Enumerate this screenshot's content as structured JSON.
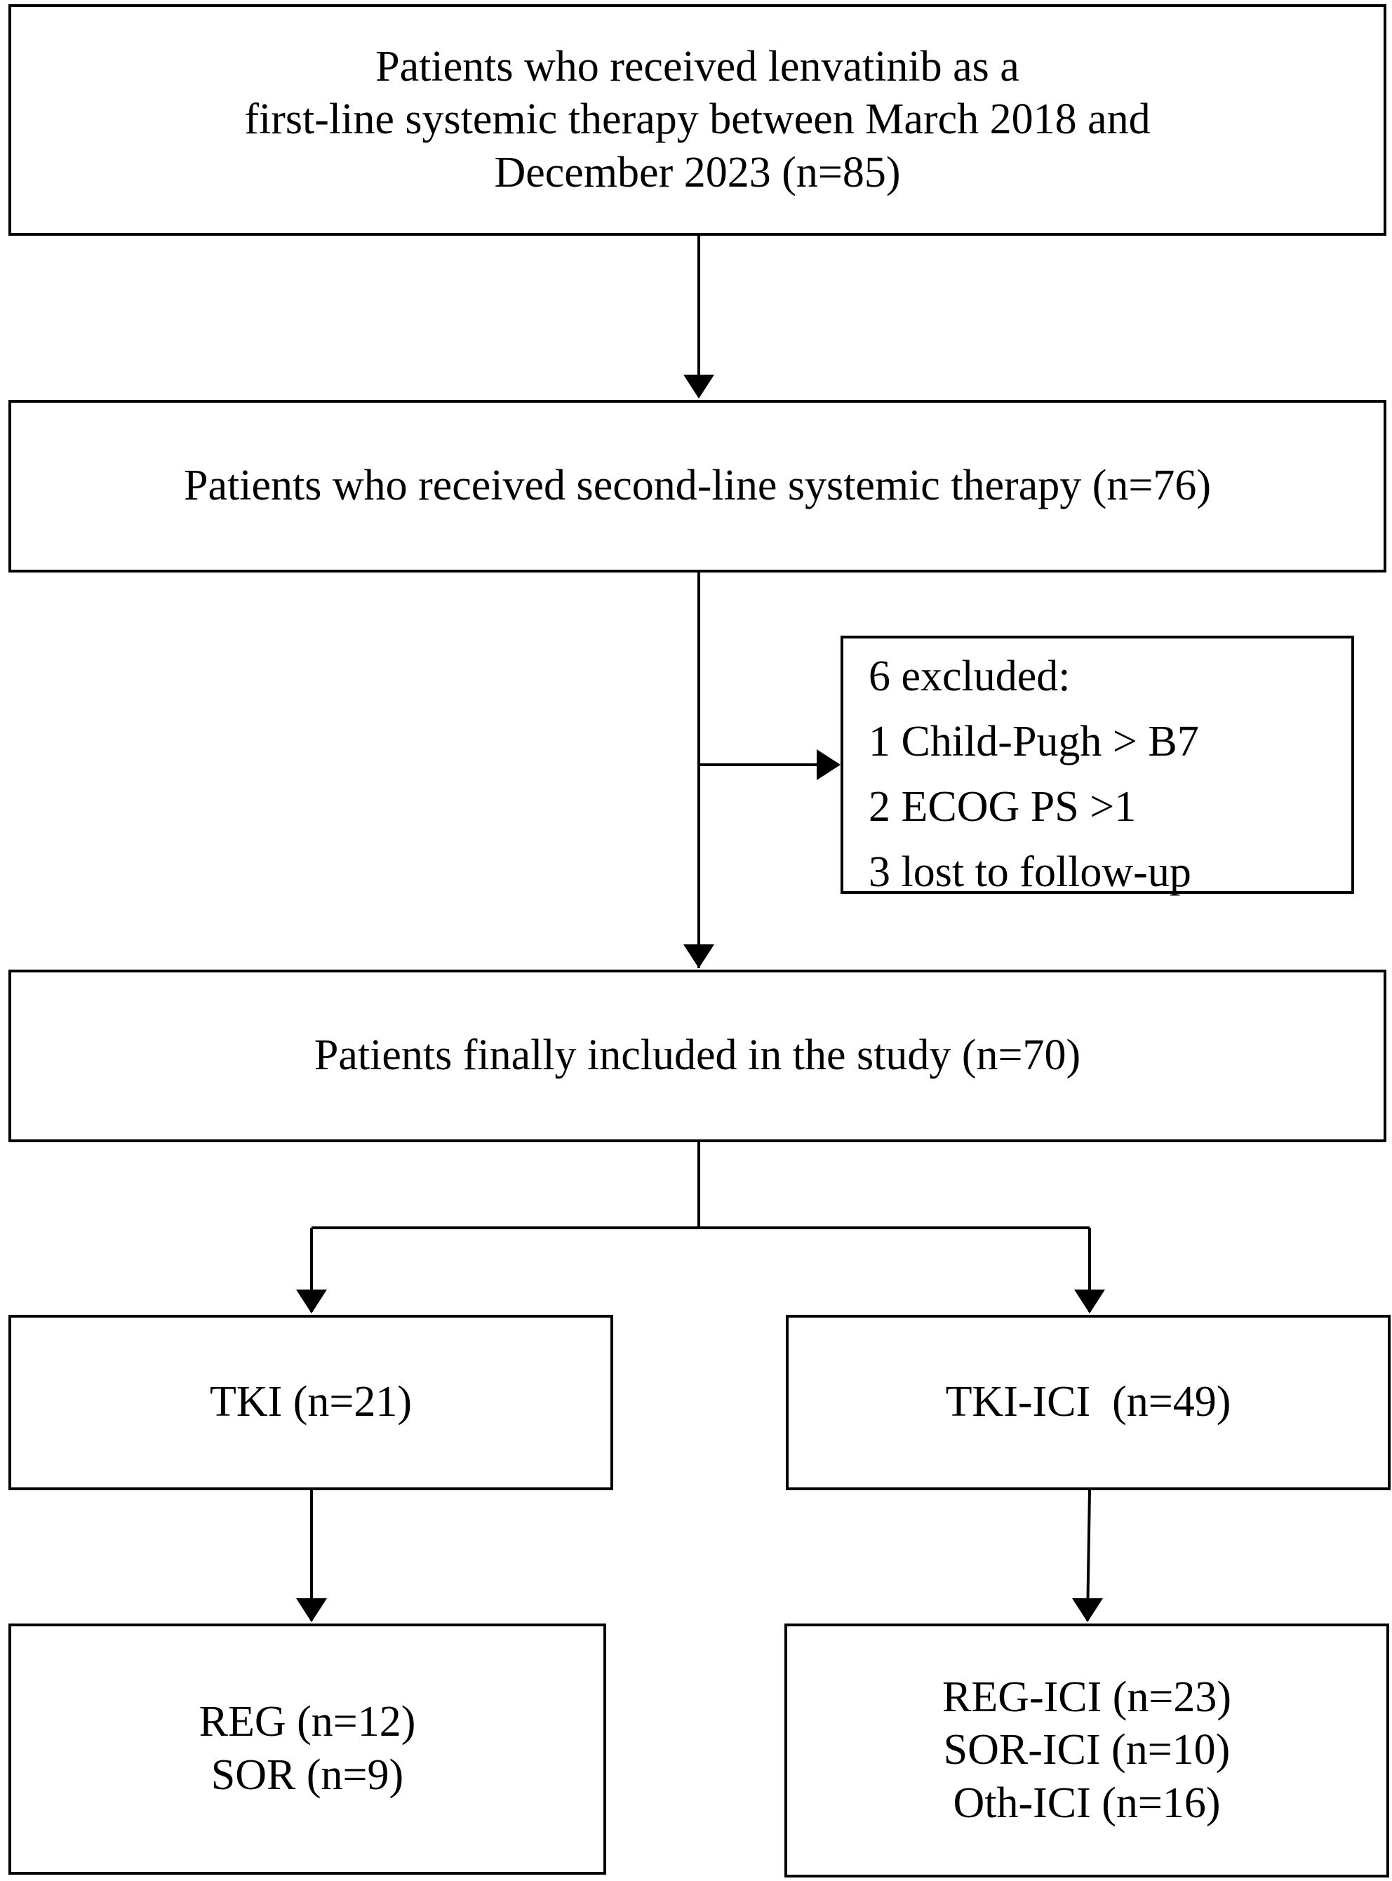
{
  "boxes": {
    "enrolled": {
      "lines": [
        "Patients who received lenvatinib as a",
        "first-line systemic therapy between March 2018 and",
        "December 2023 (n=85)"
      ]
    },
    "second_line": {
      "lines": [
        "Patients who received second-line systemic therapy (n=76)"
      ]
    },
    "excluded": {
      "lines": [
        "6 excluded:",
        "1 Child-Pugh > B7",
        "2 ECOG PS >1",
        "3 lost to follow-up"
      ]
    },
    "included": {
      "lines": [
        "Patients finally included in the study (n=70)"
      ]
    },
    "tki": {
      "lines": [
        "TKI (n=21)"
      ]
    },
    "tki_ici": {
      "lines": [
        "TKI-ICI  (n=49)"
      ]
    },
    "tki_sub": {
      "lines": [
        "REG (n=12)",
        "SOR (n=9)"
      ]
    },
    "tki_ici_sub": {
      "lines": [
        "REG-ICI (n=23)",
        "SOR-ICI (n=10)",
        "Oth-ICI (n=16)"
      ]
    }
  }
}
